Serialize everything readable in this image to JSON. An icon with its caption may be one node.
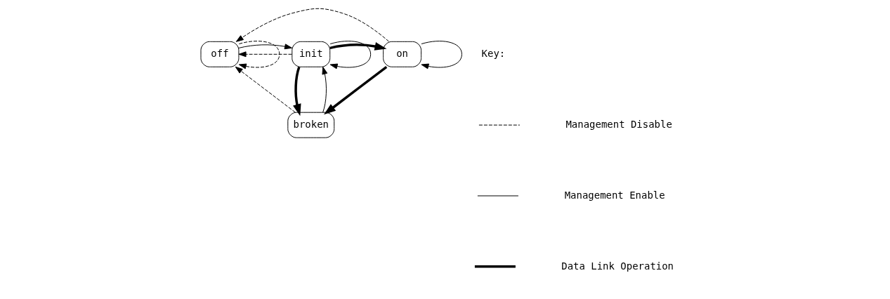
{
  "diagram": {
    "nodes": [
      {
        "text": [
          "off"
        ]
      },
      {
        "text": [
          "init"
        ]
      },
      {
        "text": [
          "on"
        ]
      },
      {
        "text": [
          "broken"
        ]
      }
    ],
    "edges": [
      {
        "from": 0,
        "to": 0,
        "arrow": "to",
        "style": "dashed"
      },
      {
        "from": 2,
        "to": 0,
        "arrow": "to",
        "style": "dashed"
      },
      {
        "from": 1,
        "to": 0,
        "arrow": "to",
        "style": "dashed"
      },
      {
        "from": 0,
        "to": 1,
        "arrow": "to"
      },
      {
        "from": 1,
        "to": 1,
        "arrow": "to"
      },
      {
        "from": 1,
        "to": 2,
        "arrow": "to",
        "style": "thick"
      },
      {
        "from": 2,
        "to": 2,
        "arrow": "to"
      },
      {
        "from": 3,
        "to": 0,
        "arrow": "to",
        "style": "dashed"
      },
      {
        "from": 3,
        "to": 1,
        "arrow": "to"
      },
      {
        "from": 1,
        "to": 3,
        "arrow": "to",
        "style": "thick"
      },
      {
        "from": 2,
        "to": 3,
        "arrow": "to",
        "style": "thick"
      }
    ],
    "labels": [
      "Key:"
    ],
    "legend": [
      {
        "text": "Management Disable"
      },
      {
        "text": "Management Enable"
      },
      {
        "text": "Data Link Operation"
      }
    ]
  }
}
